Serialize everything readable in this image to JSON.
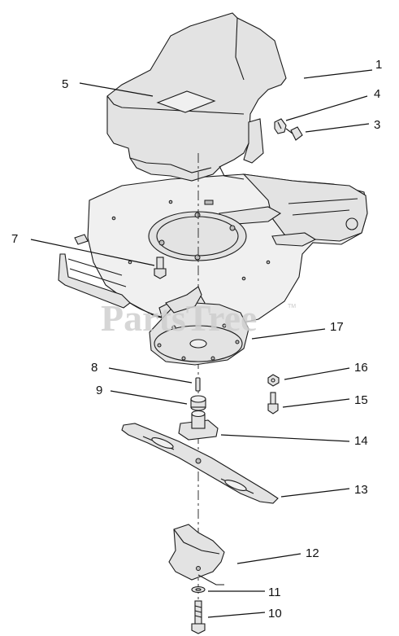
{
  "watermark": {
    "text": "PartsTree",
    "trademark": "TM"
  },
  "callouts": [
    {
      "id": "1",
      "label": "1"
    },
    {
      "id": "3",
      "label": "3"
    },
    {
      "id": "4",
      "label": "4"
    },
    {
      "id": "5",
      "label": "5"
    },
    {
      "id": "7",
      "label": "7"
    },
    {
      "id": "8",
      "label": "8"
    },
    {
      "id": "9",
      "label": "9"
    },
    {
      "id": "10",
      "label": "10"
    },
    {
      "id": "11",
      "label": "11"
    },
    {
      "id": "12",
      "label": "12"
    },
    {
      "id": "13",
      "label": "13"
    },
    {
      "id": "14",
      "label": "14"
    },
    {
      "id": "15",
      "label": "15"
    },
    {
      "id": "16",
      "label": "16"
    },
    {
      "id": "17",
      "label": "17"
    }
  ]
}
